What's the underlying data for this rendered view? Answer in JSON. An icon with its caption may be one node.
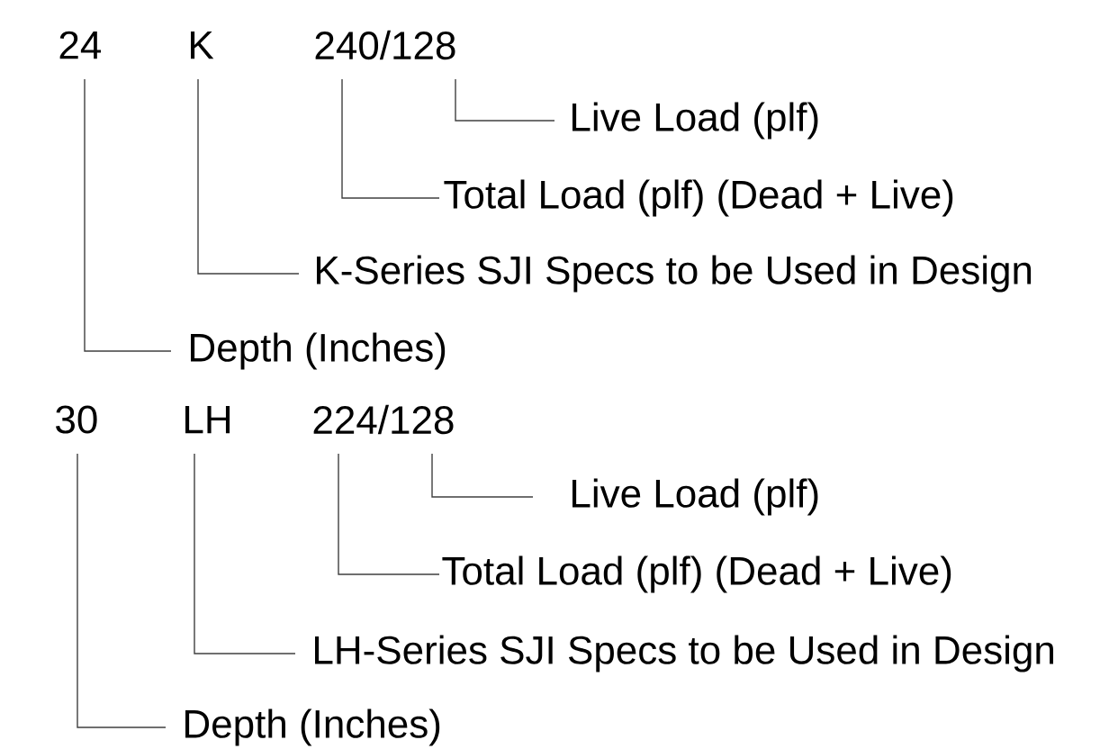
{
  "diagram": {
    "nodes": [
      {
        "text": [
          "24"
        ]
      },
      {
        "text": [
          "K"
        ]
      },
      {
        "text": [
          "240/128"
        ]
      },
      {
        "text": [
          "Live Load (plf)"
        ]
      },
      {
        "text": [
          "Total Load (plf)  (Dead + Live)"
        ]
      },
      {
        "text": [
          "K-Series SJI Specs to be Used in Design"
        ]
      },
      {
        "text": [
          "Depth (Inches)"
        ]
      },
      {
        "text": [
          "30"
        ]
      },
      {
        "text": [
          "LH"
        ]
      },
      {
        "text": [
          "224/128"
        ]
      },
      {
        "text": [
          "Live Load (plf)"
        ]
      },
      {
        "text": [
          "Total Load (plf)  (Dead + Live)"
        ]
      },
      {
        "text": [
          "LH-Series SJI Specs to be Used in Design"
        ]
      },
      {
        "text": [
          "Depth (Inches)"
        ]
      }
    ],
    "edges": [
      {
        "from": 2,
        "to": 3,
        "arrow": "none"
      },
      {
        "from": 2,
        "to": 4,
        "arrow": "none"
      },
      {
        "from": 1,
        "to": 5,
        "arrow": "none"
      },
      {
        "from": 0,
        "to": 6,
        "arrow": "none"
      },
      {
        "from": 9,
        "to": 10,
        "arrow": "none"
      },
      {
        "from": 9,
        "to": 11,
        "arrow": "none"
      },
      {
        "from": 8,
        "to": 12,
        "arrow": "none"
      },
      {
        "from": 7,
        "to": 13,
        "arrow": "none"
      }
    ]
  }
}
